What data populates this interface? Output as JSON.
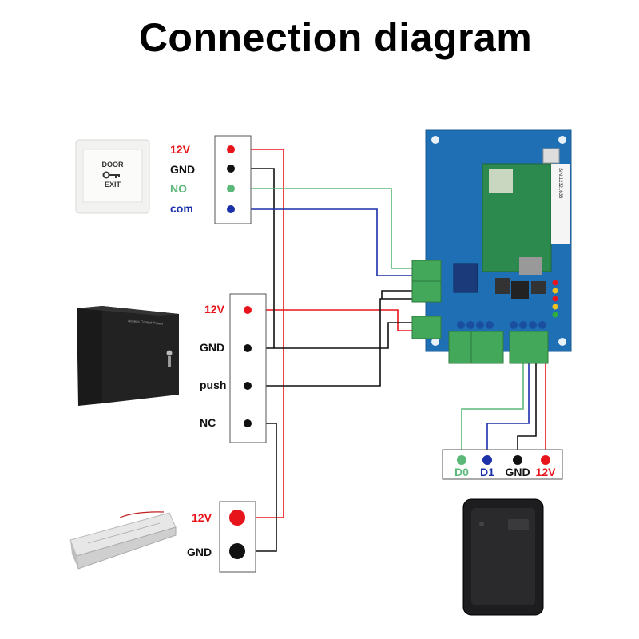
{
  "title": "Connection diagram",
  "exit_button": {
    "text_top": "DOOR",
    "text_bottom": "EXIT",
    "terminals": [
      "12V",
      "GND",
      "NO",
      "com"
    ]
  },
  "power_supply": {
    "label": "Access Control Power",
    "terminals": [
      "12V",
      "GND",
      "push",
      "NC"
    ]
  },
  "magnetic_lock": {
    "terminals": [
      "12V",
      "GND"
    ]
  },
  "controller_board": {
    "serial": "S/N:12321638"
  },
  "reader": {
    "terminals": [
      "D0",
      "D1",
      "GND",
      "12V"
    ]
  },
  "colors": {
    "red": "#e8141c",
    "black": "#111111",
    "green": "#5cb878",
    "blue": "#1c30a8",
    "board": "#1f6fb5"
  }
}
